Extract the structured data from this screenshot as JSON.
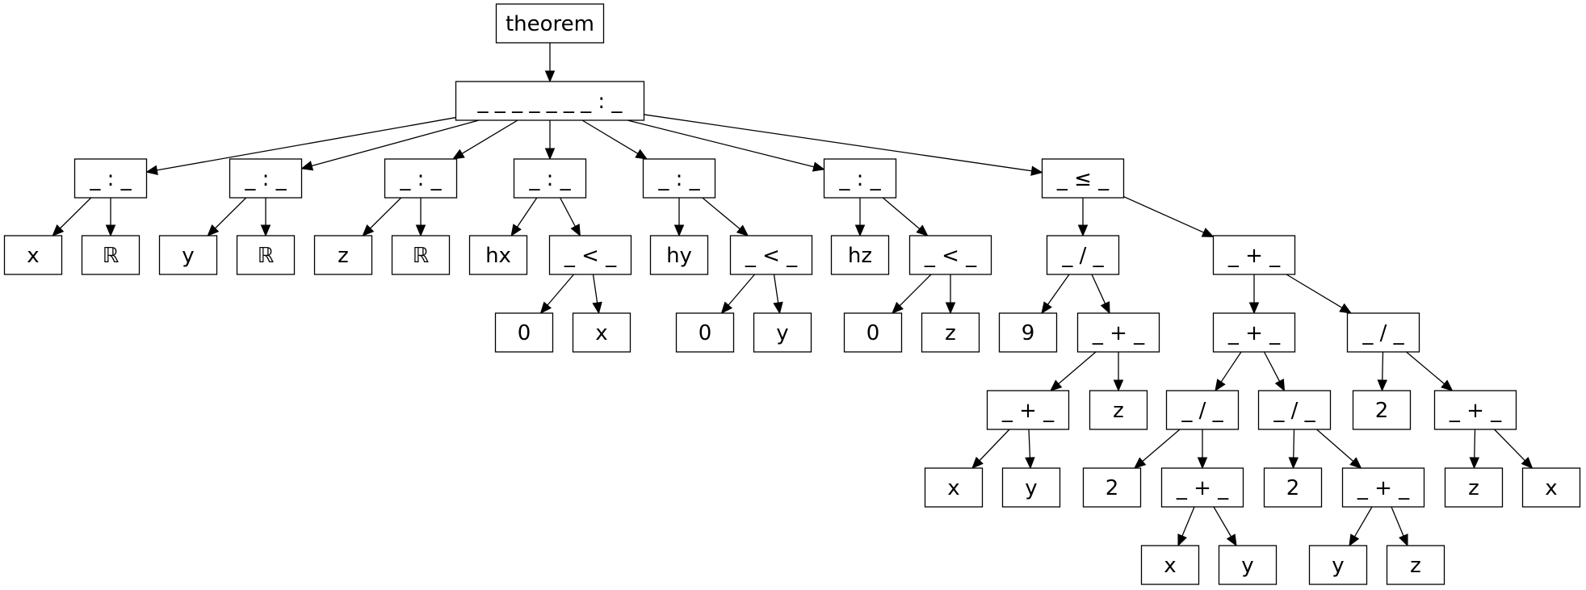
{
  "diagram": {
    "type": "tree",
    "root": {
      "label": "theorem",
      "children": [
        {
          "label": "_ _ _ _ _ _ _ : _",
          "children": [
            {
              "label": "_ : _",
              "children": [
                {
                  "label": "x"
                },
                {
                  "label": "ℝ"
                }
              ]
            },
            {
              "label": "_ : _",
              "children": [
                {
                  "label": "y"
                },
                {
                  "label": "ℝ"
                }
              ]
            },
            {
              "label": "_ : _",
              "children": [
                {
                  "label": "z"
                },
                {
                  "label": "ℝ"
                }
              ]
            },
            {
              "label": "_ : _",
              "children": [
                {
                  "label": "hx"
                },
                {
                  "label": "_ < _",
                  "children": [
                    {
                      "label": "0"
                    },
                    {
                      "label": "x"
                    }
                  ]
                }
              ]
            },
            {
              "label": "_ : _",
              "children": [
                {
                  "label": "hy"
                },
                {
                  "label": "_ < _",
                  "children": [
                    {
                      "label": "0"
                    },
                    {
                      "label": "y"
                    }
                  ]
                }
              ]
            },
            {
              "label": "_ : _",
              "children": [
                {
                  "label": "hz"
                },
                {
                  "label": "_ < _",
                  "children": [
                    {
                      "label": "0"
                    },
                    {
                      "label": "z"
                    }
                  ]
                }
              ]
            },
            {
              "label": "_ ≤ _",
              "children": [
                {
                  "label": "_ / _",
                  "children": [
                    {
                      "label": "9"
                    },
                    {
                      "label": "_ + _",
                      "children": [
                        {
                          "label": "_ + _",
                          "children": [
                            {
                              "label": "x"
                            },
                            {
                              "label": "y"
                            }
                          ]
                        },
                        {
                          "label": "z"
                        }
                      ]
                    }
                  ]
                },
                {
                  "label": "_ + _",
                  "children": [
                    {
                      "label": "_ + _",
                      "children": [
                        {
                          "label": "_ / _",
                          "children": [
                            {
                              "label": "2"
                            },
                            {
                              "label": "_ + _",
                              "children": [
                                {
                                  "label": "x"
                                },
                                {
                                  "label": "y"
                                }
                              ]
                            }
                          ]
                        },
                        {
                          "label": "_ / _",
                          "children": [
                            {
                              "label": "2"
                            },
                            {
                              "label": "_ + _",
                              "children": [
                                {
                                  "label": "y"
                                },
                                {
                                  "label": "z"
                                }
                              ]
                            }
                          ]
                        }
                      ]
                    },
                    {
                      "label": "_ / _",
                      "children": [
                        {
                          "label": "2"
                        },
                        {
                          "label": "_ + _",
                          "children": [
                            {
                              "label": "z"
                            },
                            {
                              "label": "x"
                            }
                          ]
                        }
                      ]
                    }
                  ]
                }
              ]
            }
          ]
        }
      ]
    }
  }
}
